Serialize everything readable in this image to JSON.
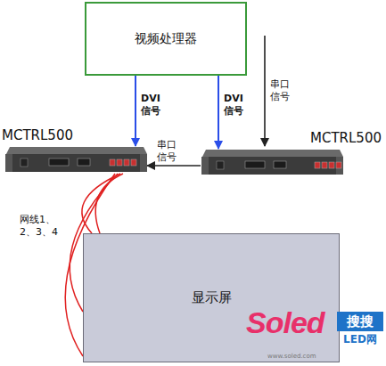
{
  "diagram": {
    "nodes": [
      {
        "text": [
          "视频处理器"
        ]
      },
      {
        "text": [
          "MCTRL500"
        ]
      },
      {
        "text": [
          "MCTRL500"
        ]
      },
      {
        "text": [
          "显示屏"
        ]
      }
    ],
    "edges": [
      {
        "from": 0,
        "to": 1,
        "arrow": "to",
        "label": "DVI 信号"
      },
      {
        "from": 0,
        "to": 2,
        "arrow": "to",
        "label": "DVI 信号"
      },
      {
        "from": 2,
        "to": 1,
        "arrow": "to",
        "label": "串口 信号"
      },
      {
        "from": 1,
        "to": 3,
        "arrow": "none",
        "label": "网线1、 2、3、4"
      }
    ],
    "labels": [
      "串口 信号",
      "Soled",
      "搜搜",
      "LED网",
      "www.soled.com"
    ]
  }
}
